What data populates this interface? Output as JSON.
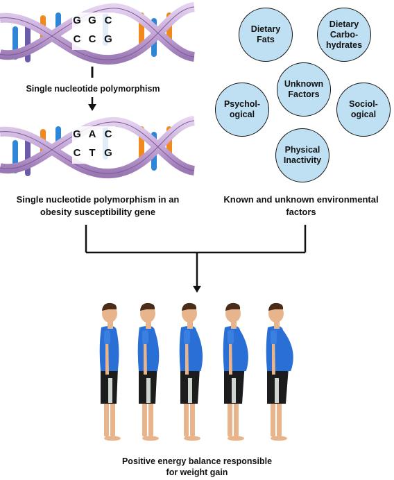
{
  "dna_top": {
    "row1": [
      "G",
      "G",
      "C"
    ],
    "row2": [
      "C",
      "C",
      "G"
    ]
  },
  "snp_label": "Single nucleotide polymorphism",
  "dna_bottom": {
    "row1": [
      "G",
      "A",
      "C"
    ],
    "row2": [
      "C",
      "T",
      "G"
    ]
  },
  "left_caption": {
    "line1": "Single nucleotide polymorphism in an",
    "line2": "obesity susceptibility gene"
  },
  "factors": {
    "dietary_fats": "Dietary\nFats",
    "dietary_carbs": "Dietary\nCarbo-\nhydrates",
    "unknown": "Unknown\nFactors",
    "psychological": "Psychol-\nogical",
    "sociological": "Sociol-\nogical",
    "physical": "Physical\nInactivity"
  },
  "right_caption": {
    "line1": "Known and unknown environmental",
    "line2": "factors"
  },
  "bottom_caption": {
    "line1": "Positive energy balance responsible",
    "line2": "for weight gain"
  },
  "colors": {
    "helix": "#c6a8d8",
    "helix_edge": "#7d5a96",
    "blue_rung": "#2f86d6",
    "orange_rung": "#f08a1e",
    "circle_fill": "#bfe0f3",
    "shirt": "#2a6fd6"
  },
  "figures": {
    "count": 5,
    "bellies": [
      0,
      0.25,
      0.5,
      0.75,
      1
    ]
  }
}
